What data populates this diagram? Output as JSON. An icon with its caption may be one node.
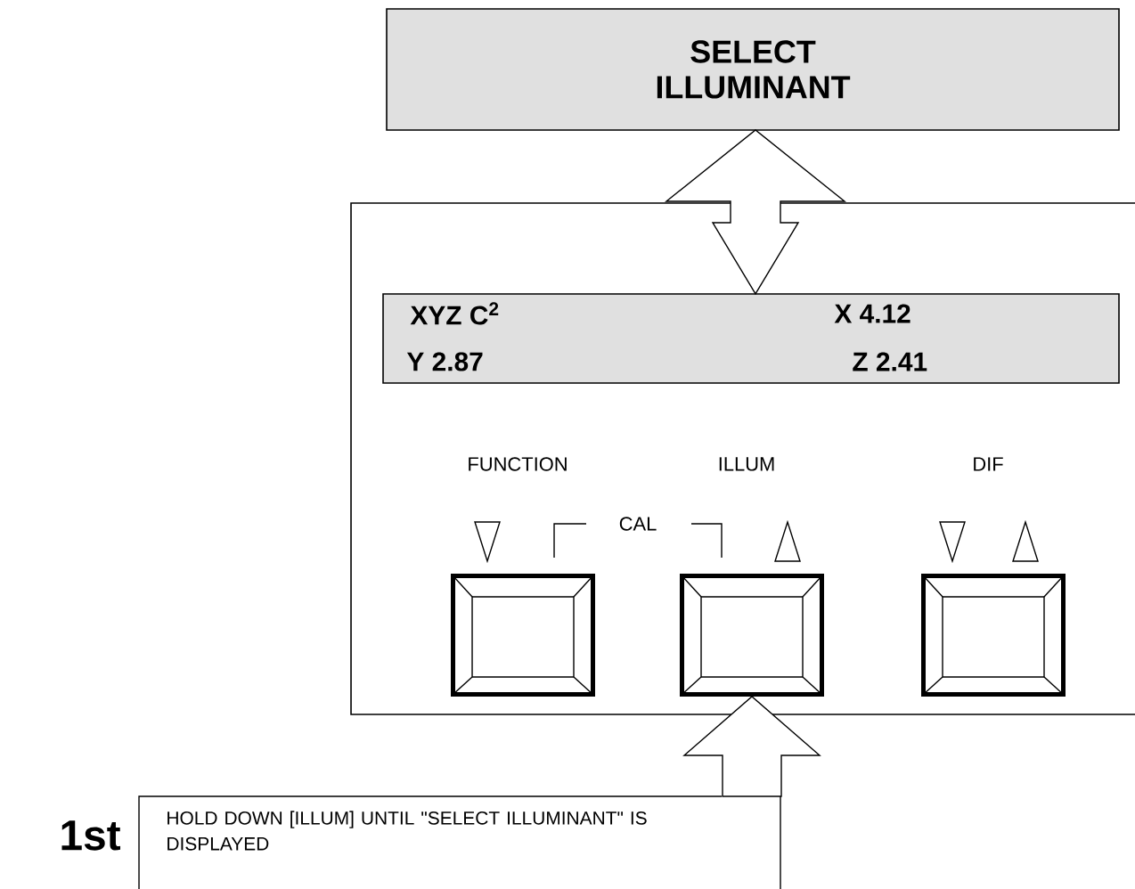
{
  "diagram": {
    "nodes": [
      {
        "text": [
          "SELECT ILLUMINANT"
        ]
      },
      {
        "text": [],
        "shape": "box"
      },
      {
        "text": [
          "XYZ C$^{2}$",
          "X 4.12",
          "Y 2.87",
          "Z 2.41"
        ],
        "in": 1
      },
      {
        "text": [
          "FUNCTION"
        ],
        "in": 1
      },
      {
        "text": [
          "ILLUM"
        ],
        "in": 1
      },
      {
        "text": [
          "DIF"
        ],
        "in": 1
      },
      {
        "text": [
          "HOLD DOWN [ILLUM] UNTIL \"SELECT ILLUMINANT\" IS DISPLAYED"
        ],
        "beside": [
          "1st"
        ]
      }
    ],
    "edges": [
      {
        "from": 6,
        "to": 4,
        "arrow": "to"
      },
      {
        "from": 2,
        "to": 0,
        "arrow": "both"
      }
    ],
    "labels": [
      "CAL"
    ]
  }
}
